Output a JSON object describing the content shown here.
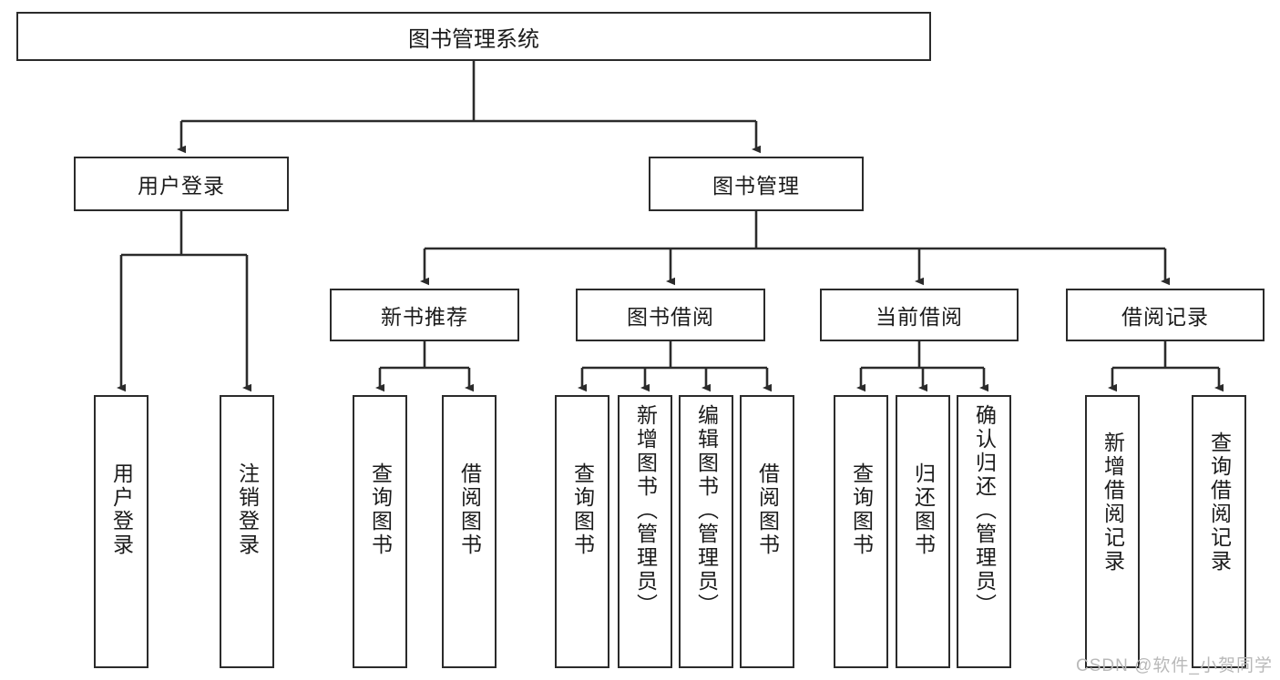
{
  "diagram": {
    "title": "图书管理系统",
    "type": "tree-hierarchy-diagram",
    "colors": {
      "box_border": "#2b2b2b",
      "box_fill": "#ffffff",
      "line": "#2b2b2b",
      "text": "#1b1b1b",
      "background": "#ffffff",
      "watermark": "#b9b9b9"
    },
    "root": {
      "label": "图书管理系统"
    },
    "level2": [
      {
        "label": "用户登录"
      },
      {
        "label": "图书管理"
      }
    ],
    "level3": [
      {
        "label": "新书推荐"
      },
      {
        "label": "图书借阅"
      },
      {
        "label": "当前借阅"
      },
      {
        "label": "借阅记录"
      }
    ],
    "leaves_user_login": [
      {
        "label": "用户登录"
      },
      {
        "label": "注销登录"
      }
    ],
    "leaves_new_book": [
      {
        "label": "查询图书"
      },
      {
        "label": "借阅图书"
      }
    ],
    "leaves_borrow": [
      {
        "label": "查询图书"
      },
      {
        "label": "新增图书（管理员）"
      },
      {
        "label": "编辑图书（管理员）"
      },
      {
        "label": "借阅图书"
      }
    ],
    "leaves_current": [
      {
        "label": "查询图书"
      },
      {
        "label": "归还图书"
      },
      {
        "label": "确认归还（管理员）"
      }
    ],
    "leaves_record": [
      {
        "label": "新增借阅记录"
      },
      {
        "label": "查询借阅记录"
      }
    ]
  },
  "watermark": {
    "text": "CSDN @软件_小贺同学"
  }
}
